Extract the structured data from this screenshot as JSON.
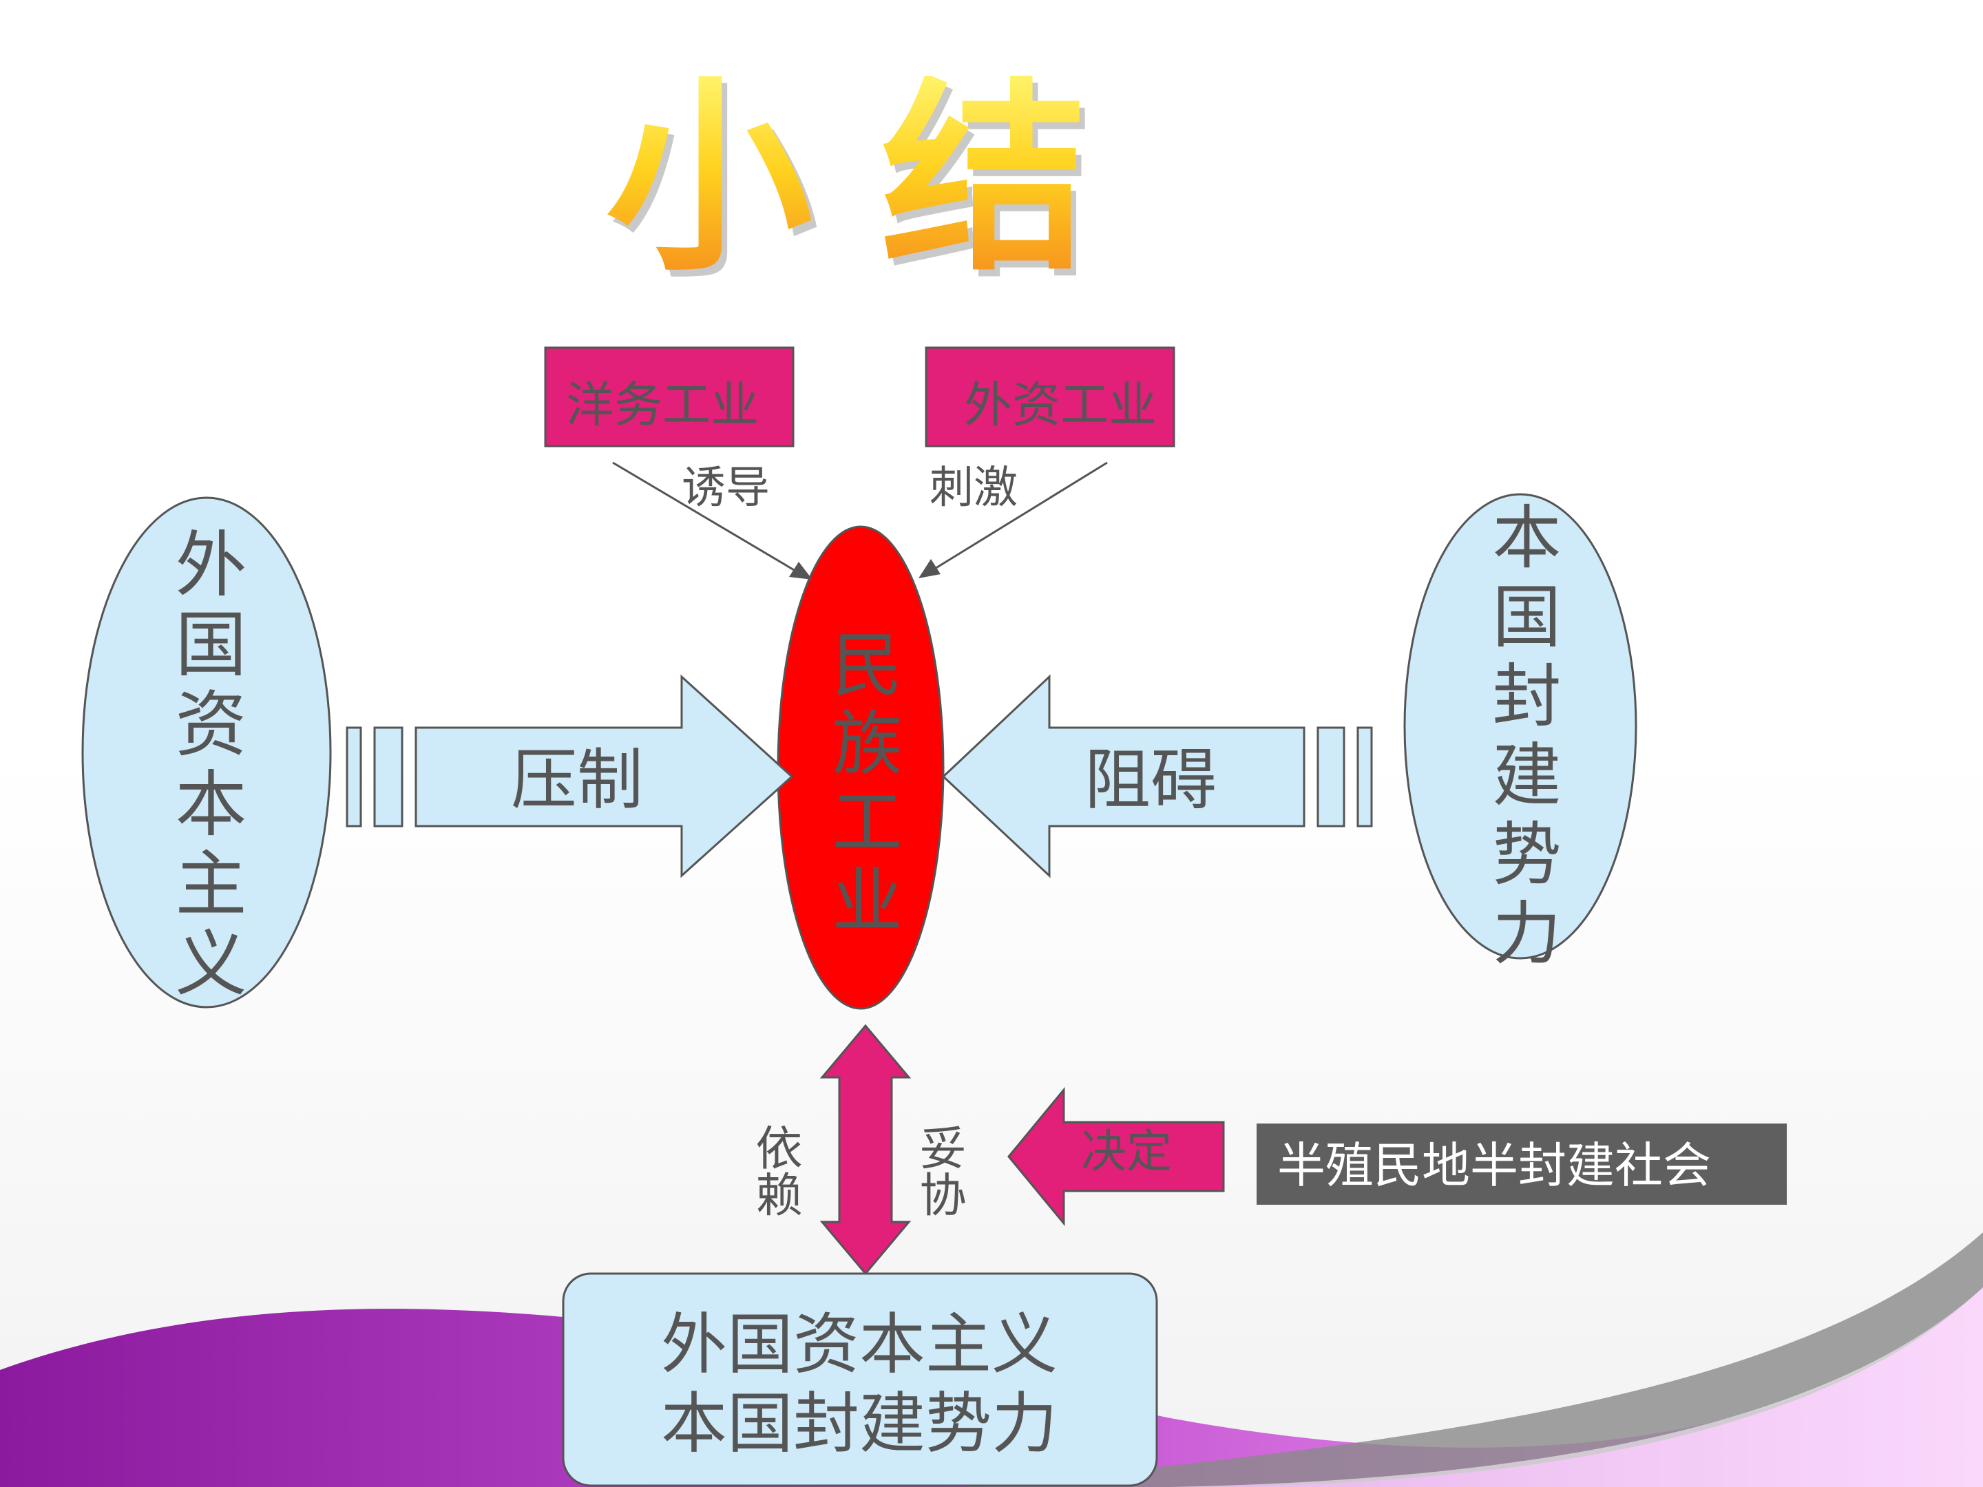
{
  "title": "小结",
  "colors": {
    "pink": "#e21f79",
    "red": "#ff0000",
    "light_blue": "#cfeaf8",
    "dark_label_bg": "#5f5f5f",
    "text": "#555555",
    "purple": "#a72bb8"
  },
  "nodes": {
    "left_ellipse": "外国资本主义",
    "right_ellipse": "本国封建势力",
    "center_ellipse": "民族工业",
    "top_left_box": "洋务工业",
    "top_right_box": "外资工业",
    "bottom_box_line1": "外国资本主义",
    "bottom_box_line2": "本国封建势力",
    "society_box": "半殖民地半封建社会"
  },
  "relations": {
    "left_arrow": "压制",
    "right_arrow": "阻碍",
    "induce": "诱导",
    "stimulate": "刺激",
    "depend": "依赖",
    "compromise": "妥协",
    "decide": "决定"
  }
}
